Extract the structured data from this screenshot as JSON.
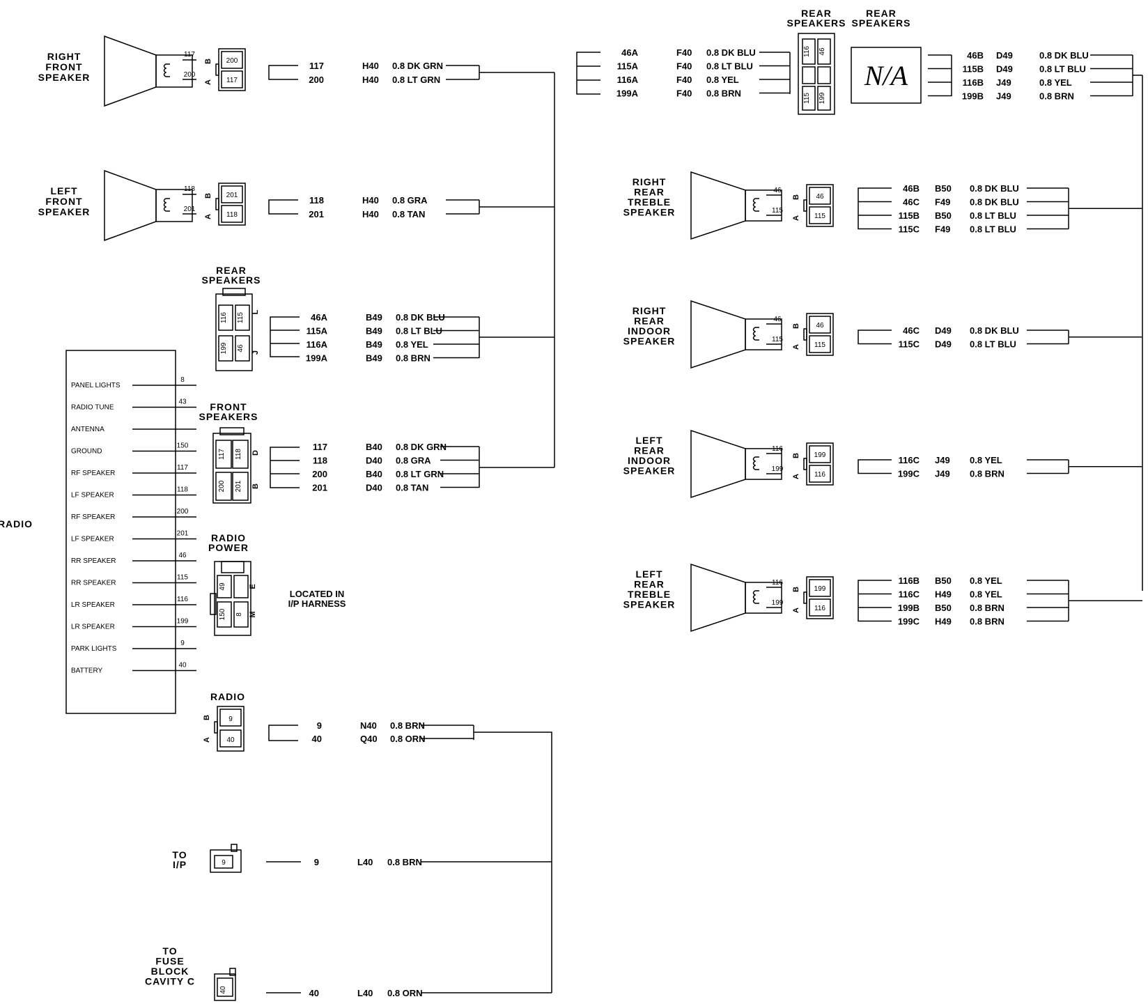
{
  "radio": {
    "label": "RADIO",
    "pins": [
      {
        "name": "PANEL LIGHTS",
        "num": "8"
      },
      {
        "name": "RADIO TUNE",
        "num": "43"
      },
      {
        "name": "ANTENNA",
        "num": ""
      },
      {
        "name": "GROUND",
        "num": "150"
      },
      {
        "name": "RF SPEAKER",
        "num": "117"
      },
      {
        "name": "LF SPEAKER",
        "num": "118"
      },
      {
        "name": "RF SPEAKER",
        "num": "200"
      },
      {
        "name": "LF SPEAKER",
        "num": "201"
      },
      {
        "name": "RR SPEAKER",
        "num": "46"
      },
      {
        "name": "RR SPEAKER",
        "num": "115"
      },
      {
        "name": "LR SPEAKER",
        "num": "116"
      },
      {
        "name": "LR SPEAKER",
        "num": "199"
      },
      {
        "name": "PARK LIGHTS",
        "num": "9"
      },
      {
        "name": "BATTERY",
        "num": "40"
      }
    ]
  },
  "left_speakers": [
    {
      "label": [
        "RIGHT",
        "FRONT",
        "SPEAKER"
      ],
      "terms": [
        "117",
        "200"
      ],
      "pins": [
        "B",
        "A"
      ],
      "cavs": [
        "200",
        "117"
      ],
      "wires": [
        {
          "c": "117",
          "ch": "H40",
          "s": "0.8 DK GRN"
        },
        {
          "c": "200",
          "ch": "H40",
          "s": "0.8 LT GRN"
        }
      ]
    },
    {
      "label": [
        "LEFT",
        "FRONT",
        "SPEAKER"
      ],
      "terms": [
        "118",
        "201"
      ],
      "pins": [
        "B",
        "A"
      ],
      "cavs": [
        "201",
        "118"
      ],
      "wires": [
        {
          "c": "118",
          "ch": "H40",
          "s": "0.8 GRA"
        },
        {
          "c": "201",
          "ch": "H40",
          "s": "0.8 TAN"
        }
      ]
    }
  ],
  "rear_connector": {
    "title": [
      "REAR",
      "SPEAKERS"
    ],
    "cavs": [
      "116",
      "115",
      "199",
      "46"
    ],
    "pins": [
      "L",
      "J"
    ],
    "wires": [
      {
        "c": "46A",
        "ch": "B49",
        "s": "0.8 DK BLU"
      },
      {
        "c": "115A",
        "ch": "B49",
        "s": "0.8 LT BLU"
      },
      {
        "c": "116A",
        "ch": "B49",
        "s": "0.8 YEL"
      },
      {
        "c": "199A",
        "ch": "B49",
        "s": "0.8 BRN"
      }
    ]
  },
  "front_connector": {
    "title": [
      "FRONT",
      "SPEAKERS"
    ],
    "cavs": [
      "117",
      "118",
      "200",
      "201"
    ],
    "pins": [
      "D",
      "B"
    ],
    "wires": [
      {
        "c": "117",
        "ch": "B40",
        "s": "0.8 DK GRN"
      },
      {
        "c": "118",
        "ch": "D40",
        "s": "0.8 GRA"
      },
      {
        "c": "200",
        "ch": "B40",
        "s": "0.8 LT GRN"
      },
      {
        "c": "201",
        "ch": "D40",
        "s": "0.8 TAN"
      }
    ]
  },
  "power_connector": {
    "title": [
      "RADIO",
      "POWER"
    ],
    "cavs": [
      "49",
      "150",
      "8"
    ],
    "pins": [
      "E",
      "M"
    ],
    "note": [
      "LOCATED IN",
      "I/P HARNESS"
    ]
  },
  "radio_connector": {
    "title": "RADIO",
    "pins": [
      "B",
      "A"
    ],
    "cavs": [
      "9",
      "40"
    ],
    "wires": [
      {
        "c": "9",
        "ch": "N40",
        "s": "0.8 BRN"
      },
      {
        "c": "40",
        "ch": "Q40",
        "s": "0.8 ORN"
      }
    ]
  },
  "to_ip": {
    "label": [
      "TO",
      "I/P"
    ],
    "cav": "9",
    "wire": {
      "c": "9",
      "ch": "L40",
      "s": "0.8 BRN"
    }
  },
  "to_fuse": {
    "label": [
      "TO",
      "FUSE",
      "BLOCK",
      "CAVITY C"
    ],
    "cav": "40",
    "wire": {
      "c": "40",
      "ch": "L40",
      "s": "0.8 ORN"
    }
  },
  "top_rear": {
    "title1": [
      "REAR",
      "SPEAKERS"
    ],
    "title2": [
      "REAR",
      "SPEAKERS"
    ],
    "cavs": [
      "116",
      "46",
      "115",
      "199"
    ],
    "na": "N/A",
    "left_wires": [
      {
        "c": "46A",
        "ch": "F40",
        "s": "0.8 DK BLU"
      },
      {
        "c": "115A",
        "ch": "F40",
        "s": "0.8 LT BLU"
      },
      {
        "c": "116A",
        "ch": "F40",
        "s": "0.8 YEL"
      },
      {
        "c": "199A",
        "ch": "F40",
        "s": "0.8 BRN"
      }
    ],
    "right_wires": [
      {
        "c": "46B",
        "ch": "D49",
        "s": "0.8 DK BLU"
      },
      {
        "c": "115B",
        "ch": "D49",
        "s": "0.8 LT BLU"
      },
      {
        "c": "116B",
        "ch": "J49",
        "s": "0.8 YEL"
      },
      {
        "c": "199B",
        "ch": "J49",
        "s": "0.8 BRN"
      }
    ]
  },
  "right_speakers": [
    {
      "label": [
        "RIGHT",
        "REAR",
        "TREBLE",
        "SPEAKER"
      ],
      "terms": [
        "46",
        "115"
      ],
      "pins": [
        "B",
        "A"
      ],
      "cavs": [
        "46",
        "115"
      ],
      "wires": [
        {
          "c": "46B",
          "ch": "B50",
          "s": "0.8 DK BLU"
        },
        {
          "c": "46C",
          "ch": "F49",
          "s": "0.8 DK BLU"
        },
        {
          "c": "115B",
          "ch": "B50",
          "s": "0.8 LT BLU"
        },
        {
          "c": "115C",
          "ch": "F49",
          "s": "0.8 LT BLU"
        }
      ]
    },
    {
      "label": [
        "RIGHT",
        "REAR",
        "INDOOR",
        "SPEAKER"
      ],
      "terms": [
        "46",
        "115"
      ],
      "pins": [
        "B",
        "A"
      ],
      "cavs": [
        "46",
        "115"
      ],
      "wires": [
        {
          "c": "46C",
          "ch": "D49",
          "s": "0.8 DK BLU"
        },
        {
          "c": "115C",
          "ch": "D49",
          "s": "0.8 LT BLU"
        }
      ]
    },
    {
      "label": [
        "LEFT",
        "REAR",
        "INDOOR",
        "SPEAKER"
      ],
      "terms": [
        "116",
        "199"
      ],
      "pins": [
        "B",
        "A"
      ],
      "cavs": [
        "199",
        "116"
      ],
      "wires": [
        {
          "c": "116C",
          "ch": "J49",
          "s": "0.8 YEL"
        },
        {
          "c": "199C",
          "ch": "J49",
          "s": "0.8 BRN"
        }
      ]
    },
    {
      "label": [
        "LEFT",
        "REAR",
        "TREBLE",
        "SPEAKER"
      ],
      "terms": [
        "116",
        "199"
      ],
      "pins": [
        "B",
        "A"
      ],
      "cavs": [
        "199",
        "116"
      ],
      "wires": [
        {
          "c": "116B",
          "ch": "B50",
          "s": "0.8 YEL"
        },
        {
          "c": "116C",
          "ch": "H49",
          "s": "0.8 YEL"
        },
        {
          "c": "199B",
          "ch": "B50",
          "s": "0.8 BRN"
        },
        {
          "c": "199C",
          "ch": "H49",
          "s": "0.8 BRN"
        }
      ]
    }
  ]
}
